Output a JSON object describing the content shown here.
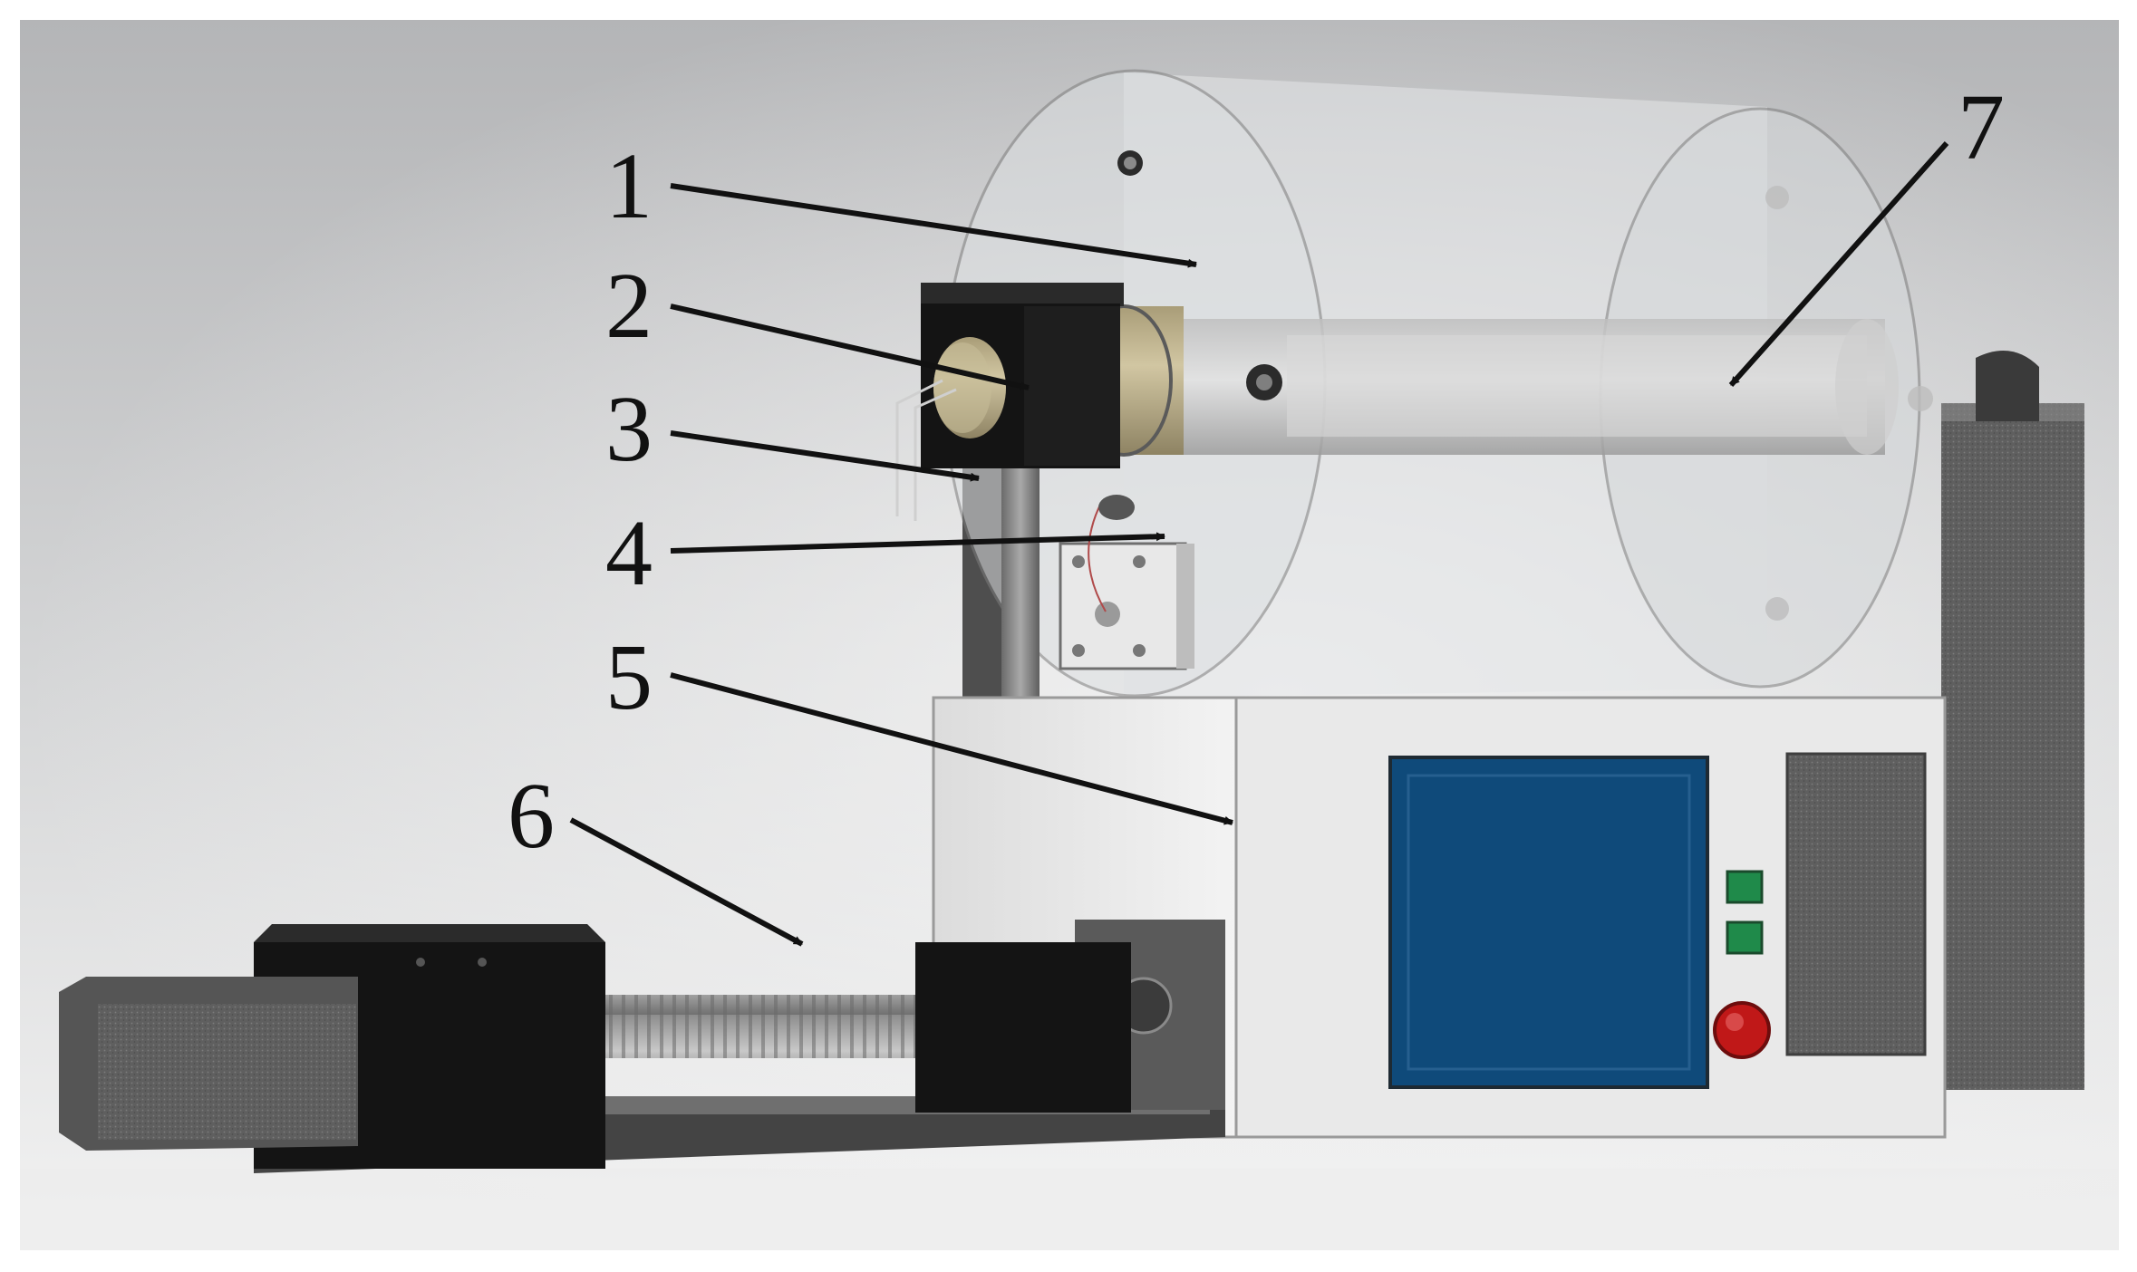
{
  "callouts": [
    {
      "id": "1",
      "label": "1"
    },
    {
      "id": "2",
      "label": "2"
    },
    {
      "id": "3",
      "label": "3"
    },
    {
      "id": "4",
      "label": "4"
    },
    {
      "id": "5",
      "label": "5"
    },
    {
      "id": "6",
      "label": "6"
    },
    {
      "id": "7",
      "label": "7"
    }
  ],
  "colors": {
    "background_top": "#b9babc",
    "background_bottom": "#f3f3f3",
    "black_part": "#141414",
    "gray_part": "#6e6e6e",
    "screen_blue": "#0f4a7a",
    "button_green": "#1f8a4a",
    "button_red": "#c01818",
    "brass": "#b9ad88"
  }
}
